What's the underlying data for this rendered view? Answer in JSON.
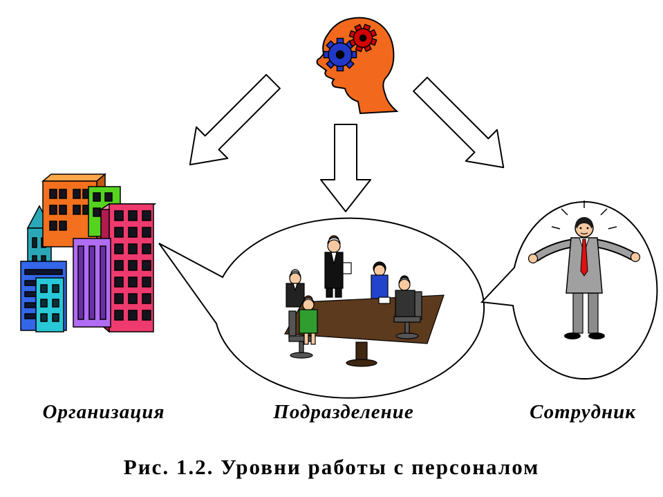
{
  "labels": {
    "organization": "Организация",
    "department": "Подразделение",
    "employee": "Сотрудник"
  },
  "caption": "Рис. 1.2. Уровни работы с персоналом",
  "colors": {
    "head": "#F2691D",
    "gear_blue": "#2238C8",
    "gear_red": "#D40000",
    "arrow_fill": "#FFFFFF",
    "skin": "#F6C9A0",
    "suit_gray": "#A0A0A0",
    "tie_red": "#DD1111",
    "table_brown": "#5C3A1E",
    "dress_blue": "#2244CC",
    "dress_green": "#2F9E2F",
    "building_orange": "#F2701E",
    "building_green": "#55D41F",
    "building_pink": "#EE3A6E",
    "building_purple": "#B06CF2",
    "building_teal": "#2AA8B8",
    "building_blue": "#3366E8",
    "building_cyan": "#28C8D8"
  }
}
